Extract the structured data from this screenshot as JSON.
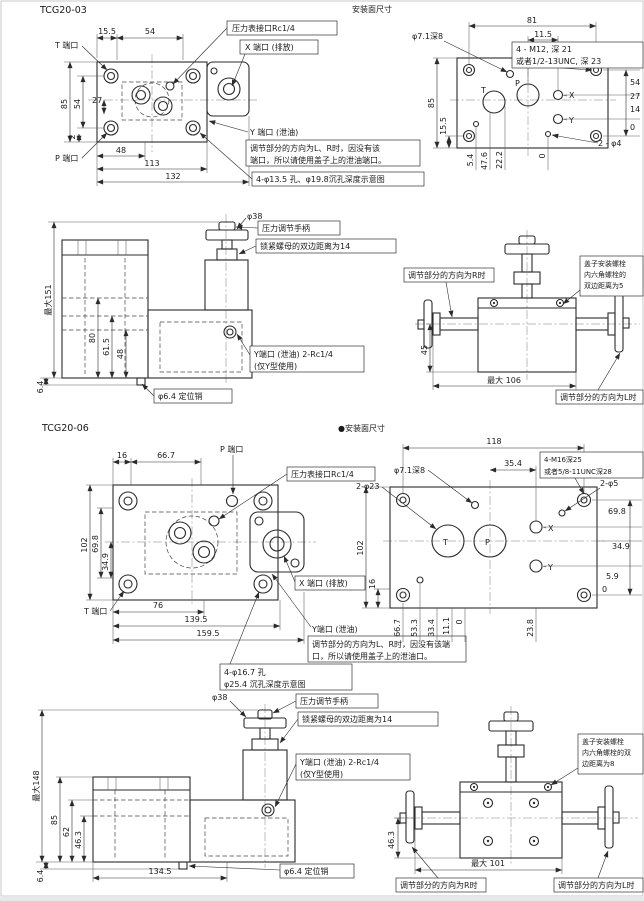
{
  "page": {
    "background": "#ffffff",
    "line_color": "#2b2b2b",
    "border_color": "#c8c8c8"
  },
  "tcg03": {
    "title": "TCG20-03",
    "mount_title": "安装面尺寸",
    "top": {
      "t_port": "T 端口",
      "dim_15_5": "15.5",
      "dim_54_top": "54",
      "gauge_label": "压力表接口Rc1/4",
      "x_port": "X 端口 (排放)",
      "dim_85": "85",
      "dim_54_left": "54",
      "dim_27": "27",
      "dim_2": "2",
      "p_port": "P 端口",
      "dim_48": "48",
      "dim_113": "113",
      "dim_132": "132",
      "y_port": "Y 端口 (泄油)",
      "y_note_line1": "调节部分的方向为L、R时，因没有该",
      "y_note_line2": "端口，所以请使用盖子上的泄油端口。",
      "hole_note": "4-φ13.5 孔、φ19.8沉孔深度示意图"
    },
    "mount": {
      "dim_81": "81",
      "dim_11_5": "11.5",
      "hole_label": "φ7.1深8",
      "thread_line1": "4 - M12, 深 21",
      "thread_line2": "或者1/2-13UNC, 深 23",
      "dim_54": "54",
      "dim_27": "27",
      "dim_14": "14",
      "dim_0_right": "0",
      "pin_label": "2 - φ4",
      "dim_85": "85",
      "dim_15_5": "15.5",
      "dim_5_4": "5.4",
      "dim_47_6": "47.6",
      "dim_22_2": "22.2",
      "dim_0_bottom": "0",
      "port_t": "T",
      "port_p": "P",
      "port_x": "X",
      "port_y": "Y"
    },
    "side": {
      "dim_phi38": "φ38",
      "handle_label": "压力调节手柄",
      "locknut_label": "锁紧螺母的双边距离为14",
      "dim_max151": "最大151",
      "dim_80": "80",
      "dim_61_5": "61.5",
      "dim_48": "48",
      "dim_6_4": "6.4",
      "y_port_line1": "Y端口 (泄油) 2-Rc1/4",
      "y_port_line2": "(仅Y型使用)",
      "pin_label": "φ6.4 定位销"
    },
    "front": {
      "dir_r_label": "调节部分的方向为R时",
      "cap_line1": "盖子安装螺栓",
      "cap_line2": "内六角螺栓的",
      "cap_line3": "双边距离为5",
      "dim_45": "45",
      "dim_max106": "最大 106",
      "dir_l_label": "调节部分的方向为L时"
    }
  },
  "tcg06": {
    "title": "TCG20-06",
    "mount_title": "●安装面尺寸",
    "top": {
      "dim_16": "16",
      "dim_66_7": "66.7",
      "p_port": "P 端口",
      "gauge_label": "压力表接口Rc1/4",
      "dim_102": "102",
      "dim_69_8": "69.8",
      "dim_34_9": "34.9",
      "x_port": "X 端口 (排放)",
      "t_port": "T 端口",
      "dim_76": "76",
      "dim_139_5": "139.5",
      "dim_159_5": "159.5",
      "hole_note_line1": "4-φ16.7 孔",
      "hole_note_line2": "φ25.4 沉孔深度示意图",
      "y_port": "Y端口 (泄油)",
      "y_note_line1": "调节部分的方向为L、R时，因没有该端",
      "y_note_line2": "口，所以请使用盖子上的泄油口。"
    },
    "mount": {
      "dim_118": "118",
      "dim_35_4": "35.4",
      "thread_line1": "4-M16深25",
      "thread_line2": "或者5/8-11UNC深28",
      "hole_label": "φ7.1深8",
      "bore_label": "2-φ23",
      "pin_label": "2-φ5",
      "dim_69_8": "69.8",
      "dim_34_9": "34.9",
      "dim_5_9": "5.9",
      "dim_0_right": "0",
      "dim_102": "102",
      "dim_16": "16",
      "dim_66_7": "66.7",
      "dim_53_3": "53.3",
      "dim_33_4": "33.4",
      "dim_11_1": "11.1",
      "dim_0_bottom": "0",
      "dim_23_8": "23.8",
      "port_t": "T",
      "port_p": "P",
      "port_x": "X",
      "port_y": "Y"
    },
    "side": {
      "dim_phi38": "φ38",
      "handle_label": "压力调节手柄",
      "locknut_label": "锁紧螺母的双边距离为14",
      "y_port_line1": "Y端口 (泄油) 2-Rc1/4",
      "y_port_line2": "(仅Y型使用)",
      "dim_max148": "最大148",
      "dim_85": "85",
      "dim_62": "62",
      "dim_46_3": "46.3",
      "dim_6_4": "6.4",
      "dim_134_5": "134.5",
      "pin_label": "φ6.4 定位销"
    },
    "front": {
      "cap_line1": "盖子安装螺栓",
      "cap_line2": "内六角螺栓的双",
      "cap_line3": "边距离为8",
      "dim_46_3": "46.3",
      "dim_max101": "最大 101",
      "dir_r_label": "调节部分的方向为R时",
      "dir_l_label": "调节部分的方向为L时"
    }
  }
}
